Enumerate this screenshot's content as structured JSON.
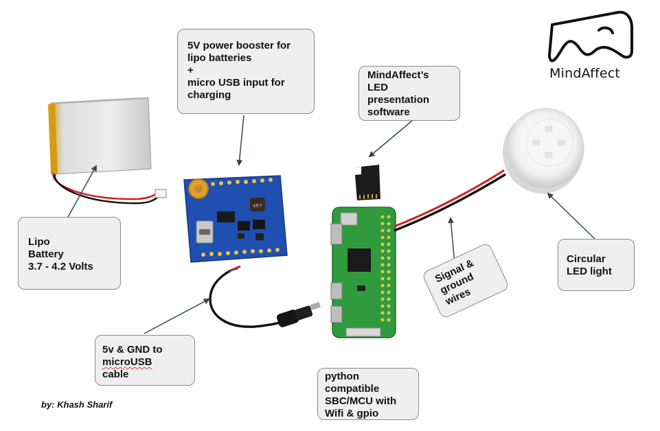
{
  "brand": {
    "logo_text": "MindAffect",
    "logo_icon": "mindaffect-logo-icon"
  },
  "credit": "by: Khash Sharif",
  "callouts": {
    "booster": [
      "5V power booster for",
      "lipo batteries",
      "+",
      "micro USB input for",
      "charging"
    ],
    "software": [
      "MindAffect’s",
      "LED",
      "presentation",
      "software"
    ],
    "battery": [
      "Lipo",
      "Battery",
      "3.7 - 4.2 Volts"
    ],
    "cable": [
      "5v & GND to",
      "microUSB",
      "cable"
    ],
    "sbc": [
      "python",
      "compatible",
      "SBC/MCU with",
      "Wifi & gpio"
    ],
    "wires": [
      "Signal &",
      "ground",
      "wires"
    ],
    "led": [
      "Circular",
      "LED light"
    ]
  },
  "colors": {
    "callout_fill": "#efefef",
    "callout_border": "#8a8a8a",
    "arrow": "#3a4450",
    "pcb_blue": "#1f4fb0",
    "pcb_green": "#2f9b3c",
    "wire_red": "#d21f1f",
    "wire_black": "#111111"
  }
}
